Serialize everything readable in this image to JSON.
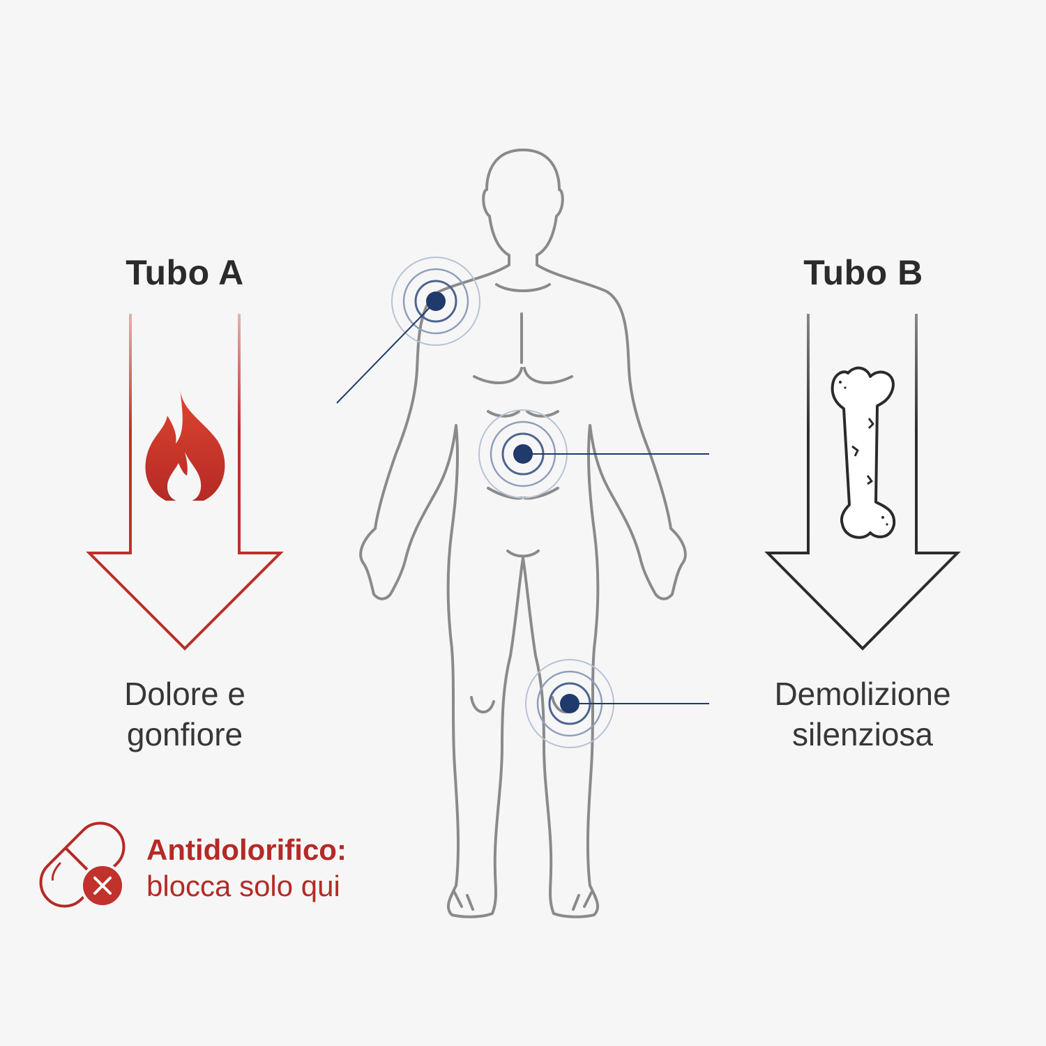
{
  "tube_a": {
    "title": "Tubo A",
    "caption_line1": "Dolore e",
    "caption_line2": "gonfiore",
    "icon": "flame-icon",
    "color": "#c0322b"
  },
  "tube_b": {
    "title": "Tubo B",
    "caption_line1": "Demolizione",
    "caption_line2": "silenziosa",
    "icon": "cracked-bone-icon",
    "color": "#2f2f2f"
  },
  "body_figure": {
    "icon": "human-body-outline",
    "markers": [
      "shoulder",
      "abdomen",
      "knee"
    ],
    "marker_color": "#1f3a6b"
  },
  "note": {
    "icon": "pill-blocked-icon",
    "title": "Antidolorifico:",
    "text": "blocca solo qui",
    "color": "#b42a26"
  }
}
